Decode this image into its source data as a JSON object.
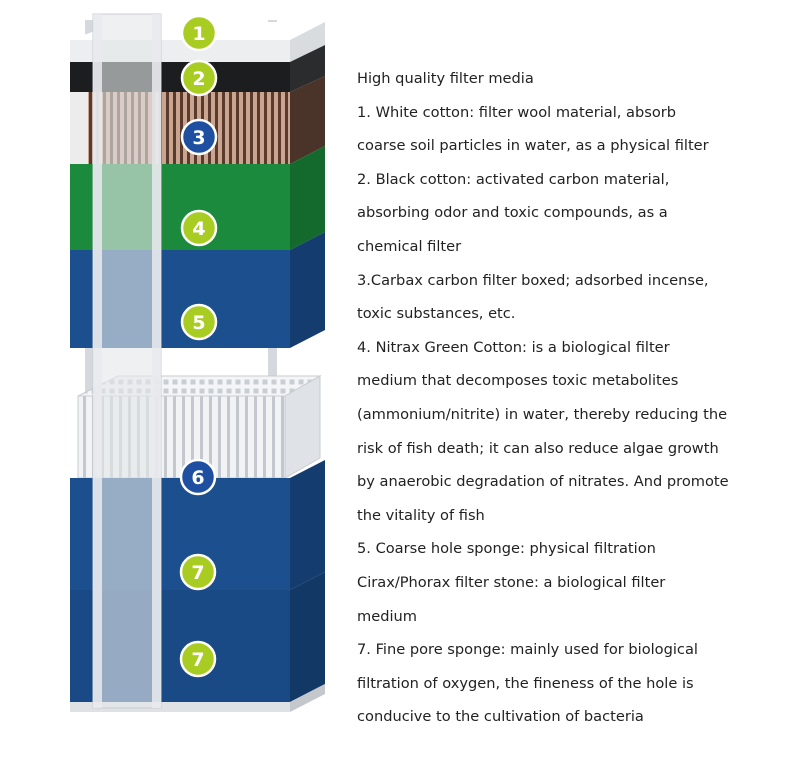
{
  "diagram": {
    "badges": [
      {
        "label": "1",
        "layer": "white-cotton",
        "fill": "#a8cc22"
      },
      {
        "label": "2",
        "layer": "black-cotton",
        "fill": "#a8cc22"
      },
      {
        "label": "3",
        "layer": "carbon-box",
        "fill": "#1f4fa0"
      },
      {
        "label": "4",
        "layer": "green-sponge",
        "fill": "#a8cc22"
      },
      {
        "label": "5",
        "layer": "blue-sponge-upper",
        "fill": "#a8cc22"
      },
      {
        "label": "6",
        "layer": "stone-basket",
        "fill": "#1f4fa0"
      },
      {
        "label": "7",
        "layer": "blue-sponge-lower-1",
        "fill": "#a8cc22"
      },
      {
        "label": "7",
        "layer": "blue-sponge-lower-2",
        "fill": "#a8cc22"
      }
    ],
    "colors": {
      "white_cotton": "#f0f1f2",
      "black_cotton": "#1c1d1f",
      "carbon_box": "#6b4a3a",
      "green_sponge": "#1c8a3c",
      "blue_sponge": "#1b4f8e",
      "basket": "#eef0f3",
      "frame": "#d6dade"
    }
  },
  "description": {
    "lines": [
      "High quality filter media",
      "1. White cotton: filter wool material, absorb",
      "coarse soil particles in water, as a physical filter",
      "2. Black cotton: activated carbon material,",
      "absorbing odor and toxic compounds, as a",
      "chemical filter",
      "3.Carbax carbon filter boxed; adsorbed incense,",
      "toxic substances, etc.",
      "4. Nitrax Green Cotton: is a biological filter",
      "medium that decomposes toxic metabolites",
      "(ammonium/nitrite) in water, thereby reducing the",
      "risk of fish death; it can also reduce algae growth",
      "by anaerobic degradation of nitrates. And promote",
      "the vitality of fish",
      "5. Coarse hole sponge: physical filtration",
      "Cirax/Phorax filter stone: a biological filter",
      "medium",
      "7. Fine pore sponge: mainly used for biological",
      "filtration of oxygen, the fineness of the hole is",
      "conducive to the cultivation of bacteria"
    ]
  }
}
